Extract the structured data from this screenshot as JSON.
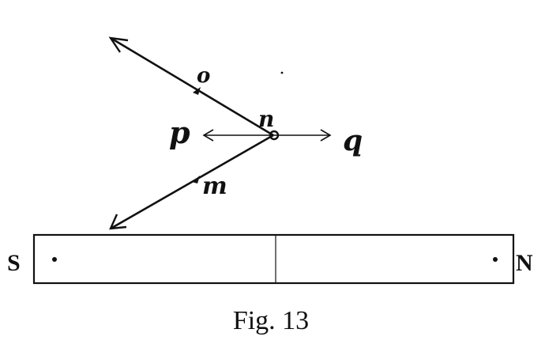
{
  "figure": {
    "caption": "Fig. 13",
    "labels": {
      "o": "o",
      "n": "n",
      "p": "p",
      "q": "q",
      "m": "m"
    },
    "magnet": {
      "south_label": "S",
      "north_label": "N"
    }
  }
}
